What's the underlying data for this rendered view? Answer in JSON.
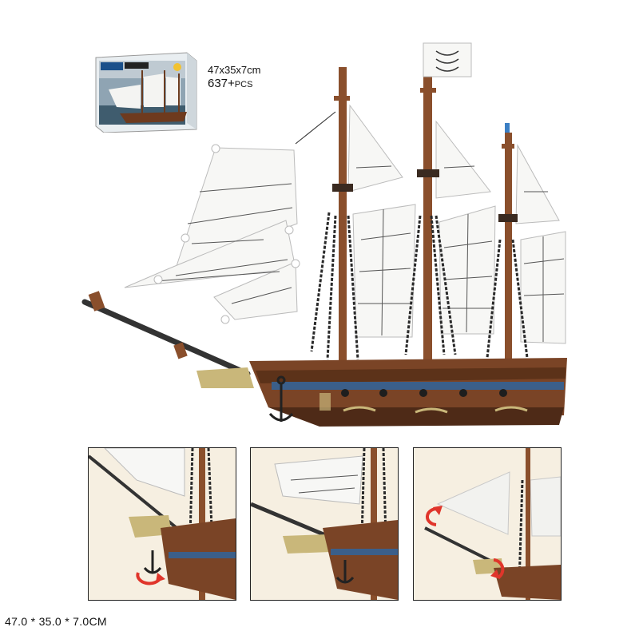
{
  "product": {
    "dimensions_label": "47x35x7cm",
    "pieces_number": "637+",
    "pieces_unit": "PCS"
  },
  "footer": {
    "dimensions": "47.0 * 35.0 * 7.0CM"
  },
  "colors": {
    "hull": "#7a4426",
    "hull_dark": "#4e2a17",
    "mast": "#8a4f2c",
    "sail": "#f7f7f5",
    "sail_line": "#555555",
    "stripe_blue": "#3b5f8a",
    "gold": "#c9b77a",
    "chain": "#2a2a2a",
    "panel_bg": "#f6efe1",
    "rotate_arrow": "#e0352b"
  },
  "icons": {
    "rotate_arrow": "rotate-arrow-icon",
    "anchor": "anchor-icon",
    "flag": "flag-icon"
  }
}
